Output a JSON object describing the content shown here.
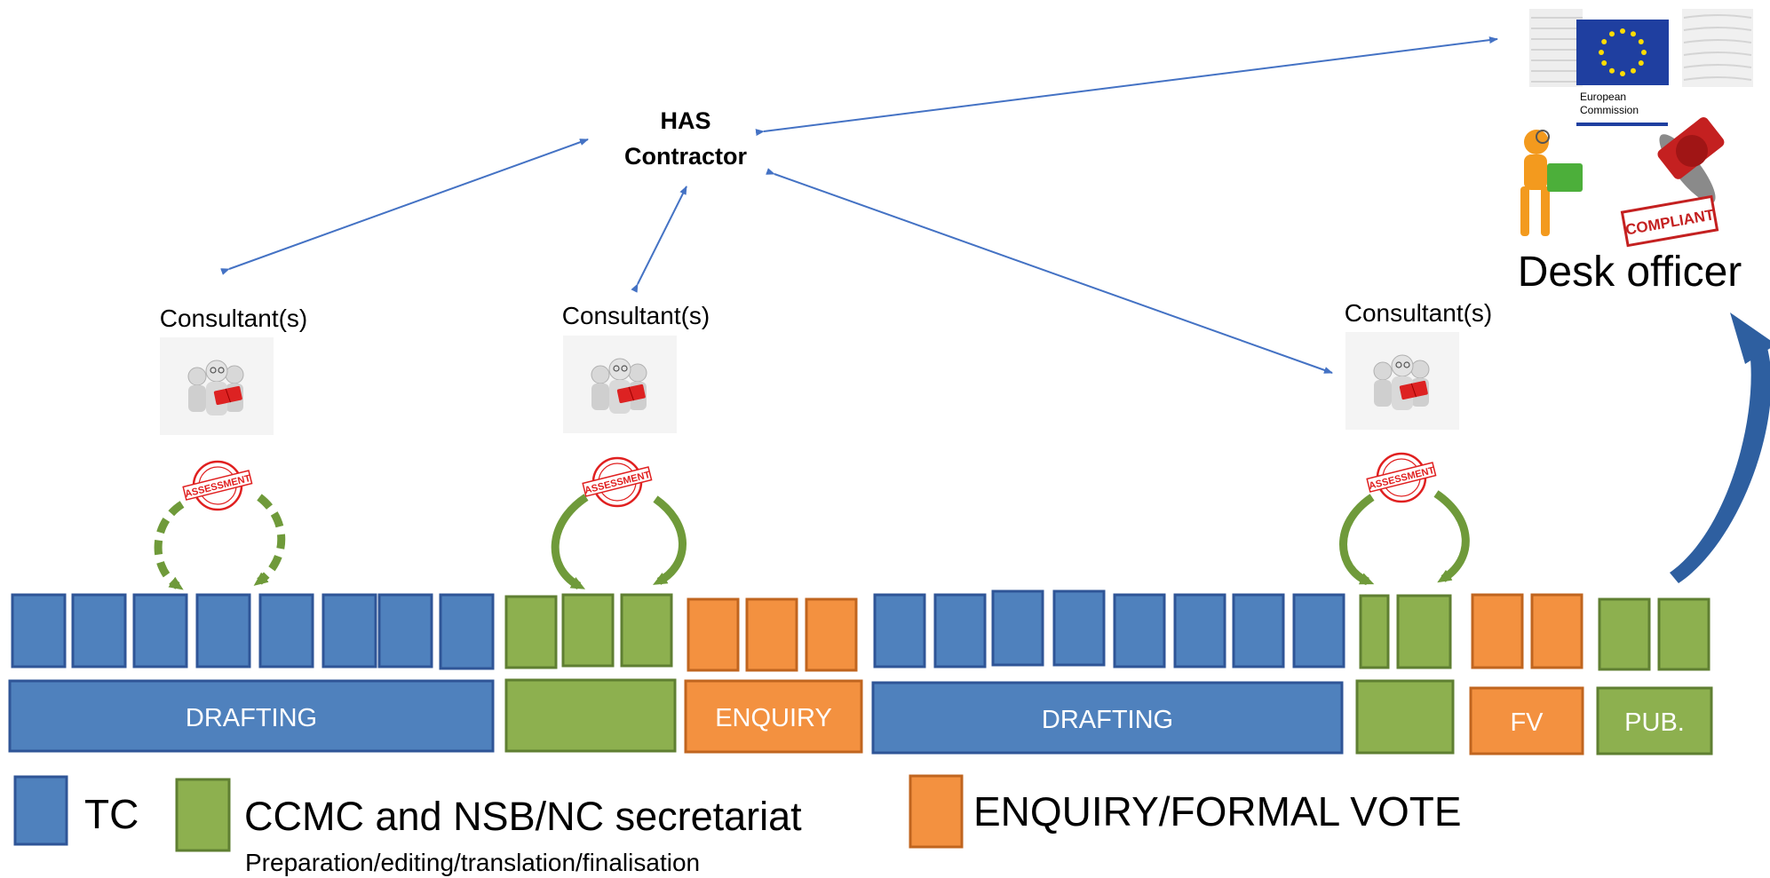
{
  "contractor": {
    "line1": "HAS",
    "line2": "Contractor"
  },
  "consultants": [
    {
      "label": "Consultant(s)"
    },
    {
      "label": "Consultant(s)"
    },
    {
      "label": "Consultant(s)"
    }
  ],
  "stamp_text": "ASSESSMENT",
  "ec_logo": {
    "line1": "European",
    "line2": "Commission"
  },
  "compliant_stamp": "COMPLIANT",
  "desk_officer": "Desk officer",
  "phases": [
    {
      "label": "DRAFTING",
      "type": "tc"
    },
    {
      "label": "",
      "type": "ccmc"
    },
    {
      "label": "ENQUIRY",
      "type": "vote"
    },
    {
      "label": "DRAFTING",
      "type": "tc"
    },
    {
      "label": "",
      "type": "ccmc"
    },
    {
      "label": "FV",
      "type": "vote"
    },
    {
      "label": "PUB.",
      "type": "ccmc"
    }
  ],
  "legend": {
    "tc": "TC",
    "ccmc": "CCMC and NSB/NC secretariat",
    "ccmc_sub": "Preparation/editing/translation/finalisation",
    "vote": "ENQUIRY/FORMAL VOTE"
  },
  "colors": {
    "tc": "#4f81bd",
    "tc_border": "#2f5597",
    "ccmc": "#8db04f",
    "ccmc_border": "#5f7f32",
    "vote": "#f39140",
    "vote_border": "#c0651f",
    "arrow": "#4472c4",
    "loop": "#6f9a3a",
    "stamp": "#e02020",
    "big_arrow": "#2e5fa0",
    "eu_blue": "#1f3fa0",
    "eu_star": "#ffdd00"
  }
}
